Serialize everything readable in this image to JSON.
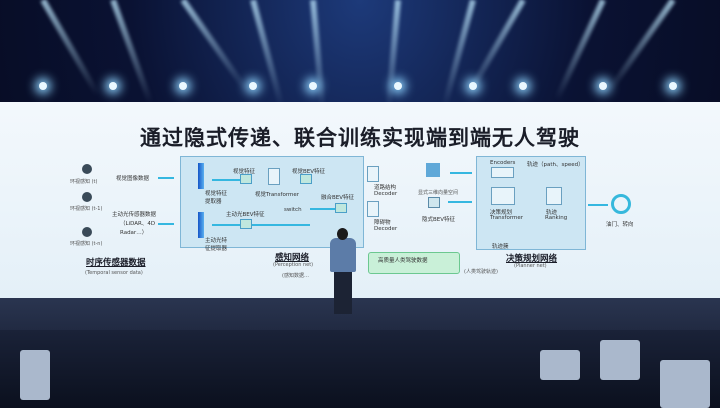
{
  "slide": {
    "title": "通过隐式传递、联合训练实现端到端无人驾驶",
    "sensors": {
      "frames": [
        "环视感知 (t)",
        "环视感知 (t-1)",
        "环视感知 (t-n)"
      ],
      "vision_data": "视觉图像数据",
      "active_data": "主动光传感器数据",
      "active_detail_1": "（LiDAR、4D",
      "active_detail_2": "Radar…）",
      "heading": "时序传感器数据",
      "heading_en": "(Temporal sensor data)"
    },
    "perception": {
      "vision_extractor": "视觉特征提取器",
      "vision_feature": "视觉特征",
      "vision_transformer": "视觉Transformer",
      "vision_bev": "视觉BEV特征",
      "active_extractor": "主动光特征提取器",
      "active_bev": "主动光BEV特征",
      "switch": "switch",
      "fused_bev": "融合BEV特征",
      "road_decoder": "道路结构Decoder",
      "obstacle_decoder": "障碍物Decoder",
      "heading": "感知网络",
      "heading_en": "(Perception net)",
      "note": "(感知数据…"
    },
    "intermediate": {
      "explicit": "显式三维向量空间",
      "implicit": "隐式BEV特征"
    },
    "planner": {
      "encoders": "Encoders",
      "trajectory": "轨迹（path、speed）",
      "transformer_1": "决策规划",
      "transformer_2": "Transformer",
      "ranking_1": "轨迹",
      "ranking_2": "Ranking",
      "candidates": "轨迹簇",
      "heading": "决策规划网络",
      "heading_en": "(Planner net)"
    },
    "human_data": "高质量人类驾驶数据",
    "human_traj": "(人类驾驶轨迹)",
    "output": "油门、转向"
  },
  "colors": {
    "accent": "#35b7e0",
    "green_box": "#c9f0d8",
    "screen": "#eef5fa"
  }
}
